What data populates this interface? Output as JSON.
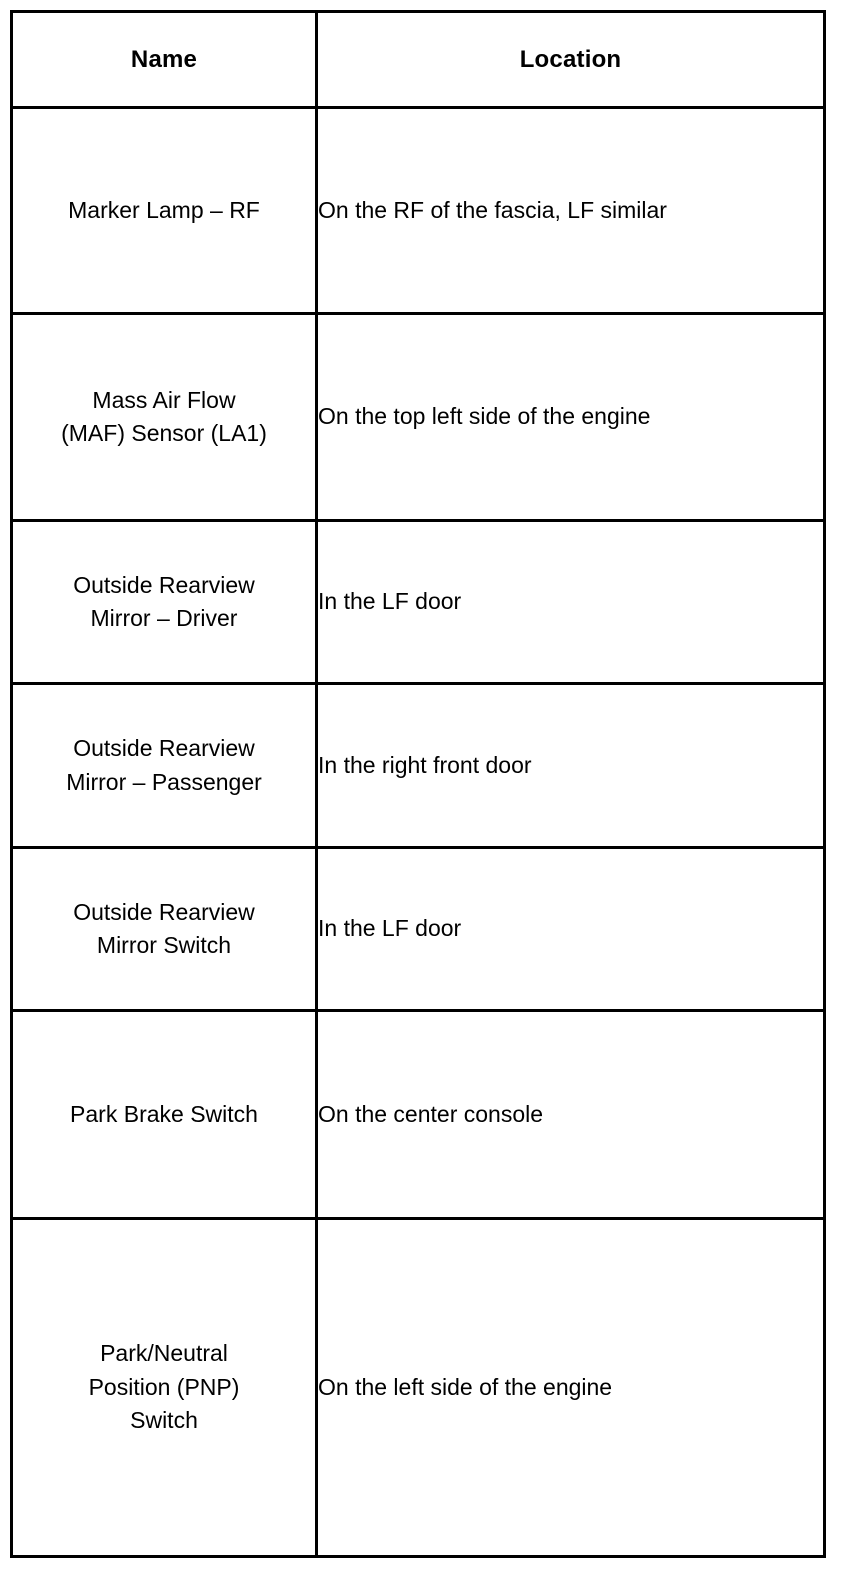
{
  "document": {
    "type": "component-location-table",
    "background_color": "#ffffff",
    "text_color": "#000000",
    "border_color": "#000000"
  },
  "table": {
    "columns": [
      {
        "key": "name",
        "label": "Name",
        "align": "center"
      },
      {
        "key": "location",
        "label": "Location",
        "align": "left"
      }
    ],
    "rows": [
      {
        "name": "Marker Lamp – RF",
        "name_lines": [
          "Marker Lamp – RF"
        ],
        "location": "On the RF of the fascia, LF similar"
      },
      {
        "name": "Mass Air Flow (MAF) Sensor (LA1)",
        "name_lines": [
          "Mass Air Flow",
          "(MAF) Sensor (LA1)"
        ],
        "location": "On the top left side of the engine"
      },
      {
        "name": "Outside Rearview Mirror – Driver",
        "name_lines": [
          "Outside Rearview",
          "Mirror – Driver"
        ],
        "location": "In the LF door"
      },
      {
        "name": "Outside Rearview Mirror – Passenger",
        "name_lines": [
          "Outside Rearview",
          "Mirror – Passenger"
        ],
        "location": "In the right front door"
      },
      {
        "name": "Outside Rearview Mirror Switch",
        "name_lines": [
          "Outside Rearview",
          "Mirror Switch"
        ],
        "location": "In the LF door"
      },
      {
        "name": "Park Brake Switch",
        "name_lines": [
          "Park Brake Switch"
        ],
        "location": "On the center console"
      },
      {
        "name": "Park/Neutral Position (PNP) Switch",
        "name_lines": [
          "Park/Neutral",
          "Position (PNP)",
          "Switch"
        ],
        "location": "On the left side of the engine"
      }
    ]
  }
}
